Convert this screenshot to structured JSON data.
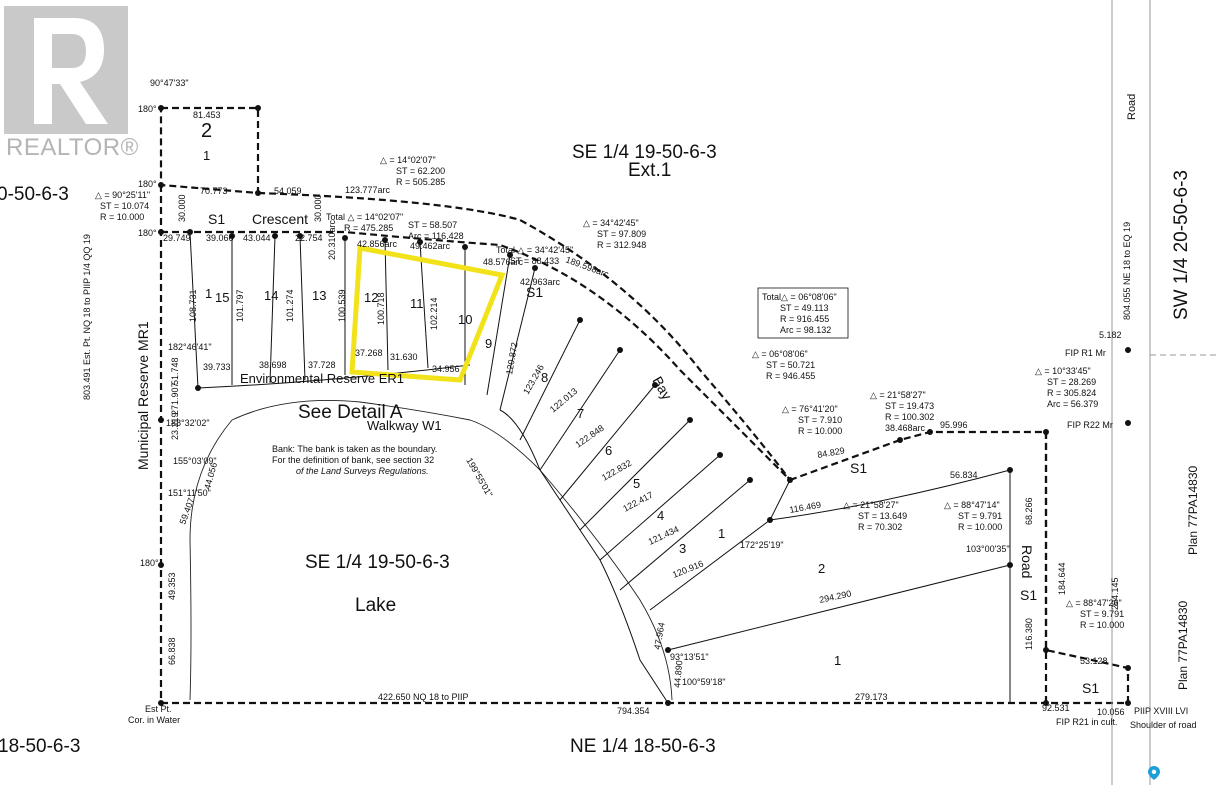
{
  "logo": {
    "text": "REALTOR®"
  },
  "quarter_sections": {
    "se_ext": "SE 1/4 19-50-6-3",
    "ext": "Ext.1",
    "se_lake": "SE 1/4 19-50-6-3",
    "lake": "Lake",
    "ne": "NE 1/4 18-50-6-3",
    "sw": "SW 1/4 20-50-6-3",
    "left_top": "0-50-6-3",
    "left_bottom": "18-50-6-3"
  },
  "streets": {
    "crescent": "Crescent",
    "s1_crescent": "S1",
    "s1_bay": "S1",
    "bay": "Bay",
    "s1_mid": "S1",
    "road_label": "Road",
    "road_s1": "S1",
    "s1_bottom": "S1",
    "road_vertical": "Road"
  },
  "reserves": {
    "municipal": "Municipal Reserve MR1",
    "environmental": "Environmental Reserve ER1",
    "detail": "See Detail A",
    "walkway": "Walkway W1",
    "plan_a": "Plan 77PA14830",
    "plan_b": "Plan 77PA14830"
  },
  "bank_note": {
    "l1": "Bank: The bank is taken as the boundary.",
    "l2": "For the definition of bank, see section 32",
    "l3": "of the Land Surveys Regulations."
  },
  "lots": {
    "l2_top": "2",
    "l1_top": "1",
    "l15": "15",
    "l14": "14",
    "l13": "13",
    "l12": "12",
    "l11": "11",
    "l10": "10",
    "l9": "9",
    "l8": "8",
    "l7": "7",
    "l6": "6",
    "l5": "5",
    "l4": "4",
    "l3": "3",
    "l1_mid": "1",
    "l2_right": "2",
    "l1_bottom": "1",
    "l1_left": "1"
  },
  "curves": {
    "c1": [
      "△ = 14°02'07\"",
      "ST = 62.200",
      "R = 505.285"
    ],
    "c2": [
      "△ = 34°42'45\"",
      "ST = 97.809",
      "R = 312.948"
    ],
    "c3": [
      "Total △ = 14°02'07\"",
      "R = 475.285"
    ],
    "c4": [
      "ST = 58.507",
      "Arc = 116.428"
    ],
    "c5": [
      "△ = 90°25'11\"",
      "ST = 10.074",
      "R = 10.000"
    ],
    "c6": [
      "Total△ = 06°08'06\"",
      "ST = 49.113",
      "R = 916.455",
      "Arc = 98.132"
    ],
    "c7": [
      "△ = 06°08'06\"",
      "ST = 50.721",
      "R = 946.455"
    ],
    "c8": [
      "△ = 76°41'20\"",
      "ST = 7.910",
      "R = 10.000"
    ],
    "c9": [
      "△ = 21°58'27\"",
      "ST = 19.473",
      "R = 100.302"
    ],
    "c10": [
      "△ = 10°33'45\"",
      "ST = 28.269",
      "R = 305.824",
      "Arc = 56.379"
    ],
    "c11": [
      "△ = 21°58'27\"",
      "ST = 13.649",
      "R = 70.302"
    ],
    "c12": [
      "△ = 88°47'14\"",
      "ST = 9.791",
      "R = 10.000"
    ],
    "c13": [
      "△ = 88°47'26\"",
      "ST = 9.791",
      "R = 10.000"
    ],
    "c14": [
      "Total △ = 34°42'45\"",
      "ST = 88.433"
    ]
  },
  "dims": {
    "d_81453": "81.453",
    "d_90475": "90°47'33\"",
    "d_180a": "180°",
    "d_180b": "180°",
    "d_180c": "180°",
    "d_180d": "180°",
    "d_70773": "70.773",
    "d_54059": "54.059",
    "d_123777": "123.777arc",
    "d_189598": "189.598arc",
    "d_29749": "29.749",
    "d_39066": "39.066",
    "d_43044": "43.044",
    "d_22754": "22.754",
    "d_42856": "42.856arc",
    "d_49462": "49.462arc",
    "d_48576": "48.576arc",
    "d_42963": "42.963arc",
    "d_30000a": "30.000",
    "d_30000b": "30.000",
    "d_20310": "20.310arc",
    "d_108731": "108.731",
    "d_101797": "101.797",
    "d_101274": "101.274",
    "d_100539": "100.539",
    "d_100718": "100.718",
    "d_102214": "102.214",
    "d_39733": "39.733",
    "d_38698": "38.698",
    "d_37728": "37.728",
    "d_37268": "37.268",
    "d_31630": "31.630",
    "d_34956": "34.956",
    "d_271907": "271.907",
    "d_51748": "51.748",
    "d_23219": "23.219",
    "d_44056": "44.056",
    "d_59407": "59.407",
    "d_49353": "49.353",
    "d_66838": "66.838",
    "d_422650": "422.650 NQ 18 to PIIP",
    "d_794354": "794.354",
    "d_279173": "279.173",
    "d_294290": "294.290",
    "d_116469": "116.469",
    "d_84829": "84.829",
    "d_95996": "95.996",
    "d_56834": "56.834",
    "d_38468": "38.468arc",
    "d_120872": "120.872",
    "d_123246": "123.246",
    "d_122013": "122.013",
    "d_122848": "122.848",
    "d_122832": "122.832",
    "d_122417": "122.417",
    "d_121434": "121.434",
    "d_120916": "120.916",
    "d_47964": "47.964",
    "d_44890": "44.890",
    "d_184644": "184.644",
    "d_204145": "204.145",
    "d_116380": "116.380",
    "d_68266": "68.266",
    "d_53128": "53.128",
    "d_92531": "92.531",
    "d_10056": "10.056",
    "d_5182": "5.182",
    "d_804055": "804.055 NE 18 to EQ 19",
    "d_803491": "803.491 Est. Pt. NQ 18 to PIIP 1/4 QQ 19",
    "d_fipr1": "FIP R1 Mr",
    "d_fipr22": "FIP R22 Mr",
    "d_fipr21": "FIP R21 in cult.",
    "d_shoulder": "Shoulder of road",
    "d_piip": "PIIP XVIII LVI",
    "d_estpt": "Est Pt.",
    "d_cor": "Cor. in Water",
    "d_188": "188°32'02\"",
    "d_155": "155°03'09\"",
    "d_151": "151°11'50\"",
    "d_182": "182°46'41\"",
    "d_103": "103°00'35\"",
    "d_93": "93°13'51\"",
    "d_100": "100°59'18\"",
    "d_172": "172°25'19\"",
    "d_199": "199°55'01\""
  }
}
